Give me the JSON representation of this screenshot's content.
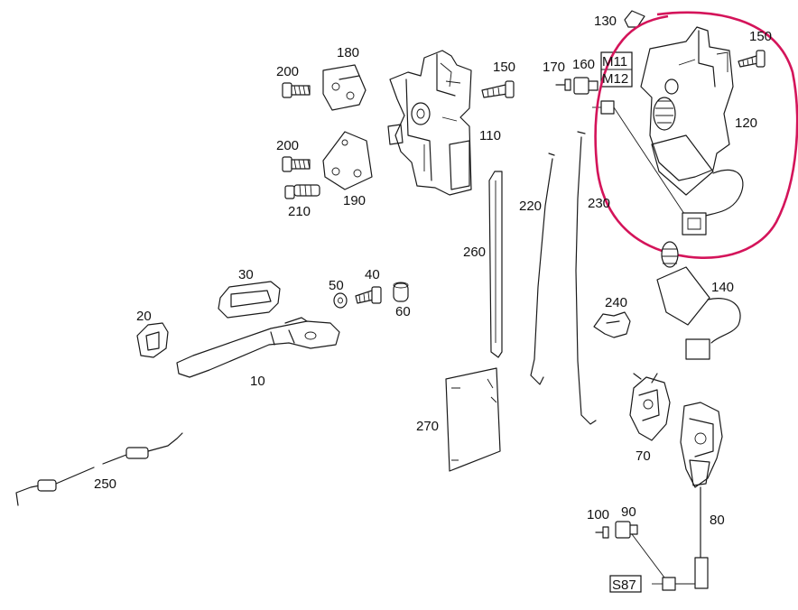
{
  "diagram": {
    "labels": {
      "p10": "10",
      "p20": "20",
      "p30": "30",
      "p40": "40",
      "p50": "50",
      "p60": "60",
      "p70": "70",
      "p80": "80",
      "p90": "90",
      "p100": "100",
      "p110": "110",
      "p120": "120",
      "p130": "130",
      "p140": "140",
      "p150a": "150",
      "p150b": "150",
      "p160": "160",
      "p170": "170",
      "p180": "180",
      "p190": "190",
      "p200a": "200",
      "p200b": "200",
      "p210": "210",
      "p220": "220",
      "p230": "230",
      "p240": "240",
      "p250": "250",
      "p260": "260",
      "p270": "270",
      "m11": "M11",
      "m12": "M12",
      "s87": "S87"
    },
    "highlight_color": "#d4145a"
  }
}
